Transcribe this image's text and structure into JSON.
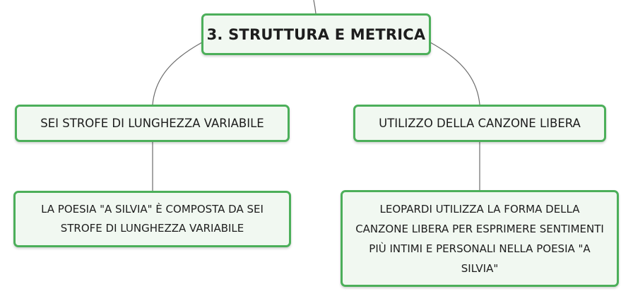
{
  "diagram": {
    "root": {
      "label": "3. STRUTTURA E METRICA"
    },
    "branches": [
      {
        "label": "SEI STROFE DI LUNGHEZZA VARIABILE",
        "detail": "LA POESIA \"A SILVIA\" È COMPOSTA DA SEI STROFE DI LUNGHEZZA VARIABILE"
      },
      {
        "label": "UTILIZZO DELLA CANZONE LIBERA",
        "detail": "LEOPARDI UTILIZZA LA FORMA DELLA CANZONE LIBERA PER ESPRIMERE SENTIMENTI PIÙ INTIMI E PERSONALI NELLA POESIA \"A SILVIA\""
      }
    ]
  },
  "colors": {
    "node_fill": "#f1f8f1",
    "node_border": "#4caf5a",
    "connector": "#6b6b6b",
    "text": "#1d1d1d"
  }
}
